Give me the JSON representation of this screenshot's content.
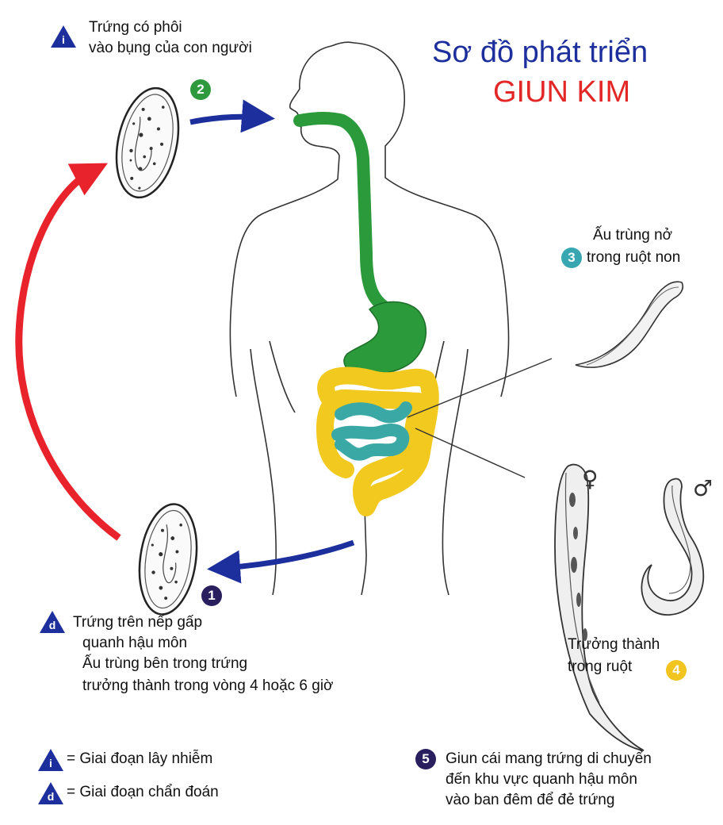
{
  "title": {
    "line1": "Sơ đồ phát triển",
    "line2": "GIUN KIM",
    "line1_color": "#1c2f9c",
    "line2_color": "#e32626"
  },
  "colors": {
    "arrow_blue": "#1c2f9c",
    "arrow_red": "#e8232b",
    "esophagus_green": "#2a9a3a",
    "large_intestine_yellow": "#f2c91e",
    "small_intestine_teal": "#3aa9a6",
    "badge_green": "#2e9a3d",
    "badge_teal": "#38a7b1",
    "badge_yellow": "#f1c420",
    "badge_dark": "#2a1f5e"
  },
  "stages": {
    "i": {
      "marker": "i",
      "lines": [
        "Trứng có phôi",
        "vào bụng của con người"
      ]
    },
    "two": {
      "number": "2"
    },
    "three": {
      "number": "3",
      "lines": [
        "Ấu trùng nở",
        "trong ruột non"
      ]
    },
    "four": {
      "number": "4",
      "lines": [
        "Trưởng thành",
        "trong ruột"
      ]
    },
    "female_symbol": "♀",
    "male_symbol": "♂",
    "one": {
      "number": "1"
    },
    "d": {
      "marker": "d",
      "lines": [
        "Trứng trên nếp gấp",
        "quanh hậu môn",
        "Ấu trùng bên trong trứng",
        "trưởng thành trong vòng 4 hoặc 6 giờ"
      ]
    },
    "five": {
      "number": "5",
      "lines": [
        "Giun cái mang trứng di chuyển",
        "đến khu vực quanh hậu môn",
        "vào ban đêm để đẻ trứng"
      ]
    }
  },
  "legend": [
    {
      "marker": "i",
      "text": "= Giai đoạn lây nhiễm"
    },
    {
      "marker": "d",
      "text": "= Giai đoạn chẩn đoán"
    }
  ]
}
